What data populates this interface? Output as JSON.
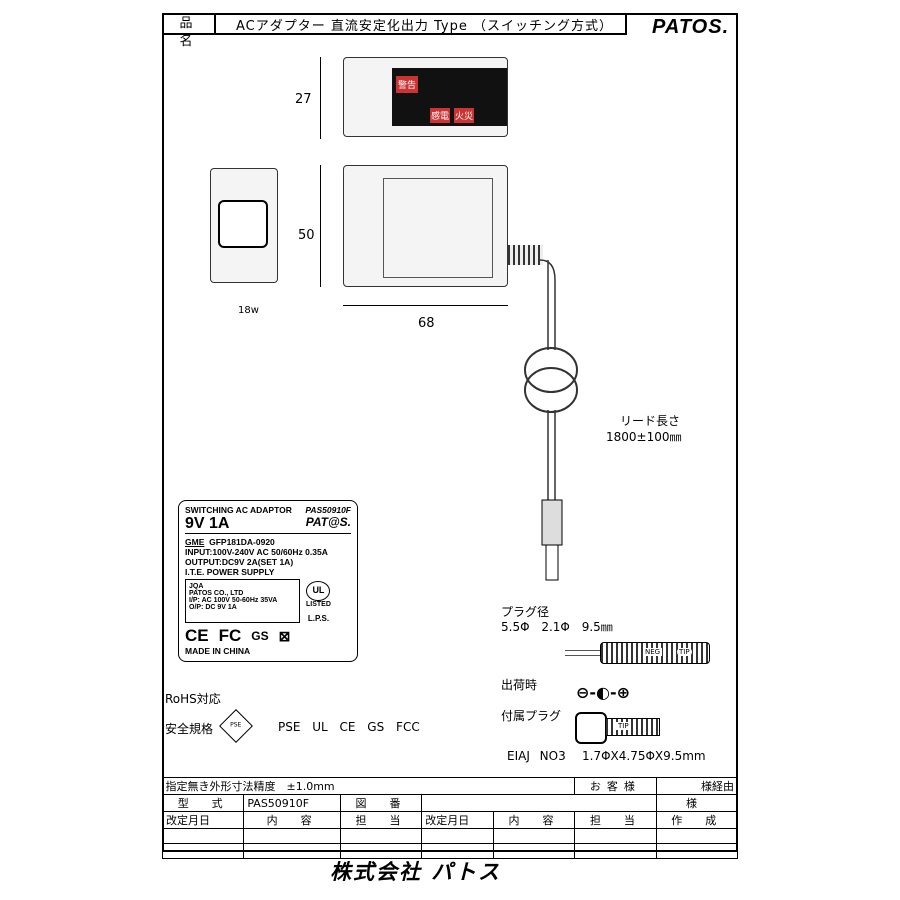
{
  "header": {
    "product_name_label": "品　名",
    "product_name": "ACアダプター 直流安定化出力 Type （スイッチング方式）",
    "brand": "PATOS."
  },
  "drawing": {
    "height_dim": "27",
    "depth_dim": "50",
    "width_dim": "68",
    "plug_side_label": "18w",
    "warning": {
      "title": "警告",
      "shock": "感電",
      "fire": "火災"
    },
    "lead_length_label": "リード長さ",
    "lead_length": "1800±100㎜"
  },
  "rating_label": {
    "title": "SWITCHING AC ADAPTOR",
    "model": "PAS50910F",
    "output_big": "9V 1A",
    "brand": "PAT@S.",
    "maker_logo": "GME",
    "part_no": "GFP181DA-0920",
    "input": "INPUT:100V-240V AC 50/60Hz 0.35A",
    "output": "OUTPUT:DC9V 2A(SET 1A)",
    "type": "I.T.E. POWER SUPPLY",
    "jqa": "JQA",
    "company": "PATOS CO., LTD",
    "ip": "I/P: AC 100V 50-60Hz 35VA",
    "op": "O/P: DC 9V 1A",
    "ul": "LISTED",
    "lps": "L.P.S.",
    "ce": "CE",
    "fc": "FC",
    "gs": "GS",
    "made_in": "MADE IN CHINA"
  },
  "plug": {
    "diameter_label": "プラグ径",
    "diameter": "5.5Φ 2.1Φ 9.5㎜",
    "neg": "NEG",
    "tip": "TIP",
    "shipping_label": "出荷時",
    "attached_label": "付属プラグ",
    "attached_tip": "TIP",
    "eiaj": "EIAJ NO3",
    "eiaj_size": "1.7ΦX4.75ΦX9.5mm"
  },
  "compliance": {
    "rohs": "RoHS対応",
    "standards_label": "安全規格",
    "pse_mark": "PSE",
    "standards": "PSE UL CE GS FCC"
  },
  "table": {
    "tolerance": "指定無き外形寸法精度　±1.0mm",
    "customer_label": "お客様",
    "via": "様経由",
    "model_label": "型　式",
    "model": "PAS50910F",
    "drawing_no_label": "図　番",
    "sama": "様",
    "rev_date": "改定月日",
    "content": "内　容",
    "person": "担　当",
    "created": "作　成"
  },
  "company": "株式会社 パトス"
}
